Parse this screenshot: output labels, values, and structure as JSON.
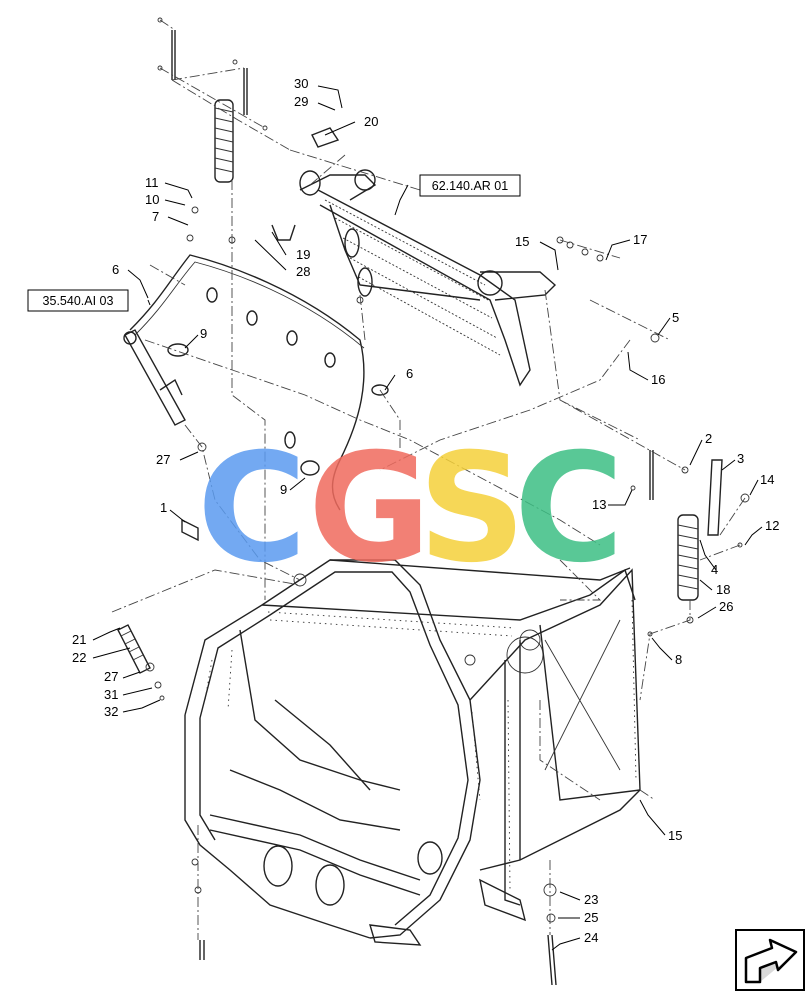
{
  "reference_boxes": [
    {
      "id": "ref-62140",
      "label": "62.140.AR 01"
    },
    {
      "id": "ref-35540",
      "label": "35.540.AI 03"
    }
  ],
  "callouts": [
    {
      "label": "30"
    },
    {
      "label": "29"
    },
    {
      "label": "20"
    },
    {
      "label": "11"
    },
    {
      "label": "10"
    },
    {
      "label": "7"
    },
    {
      "label": "19"
    },
    {
      "label": "28"
    },
    {
      "label": "15"
    },
    {
      "label": "17"
    },
    {
      "label": "6"
    },
    {
      "label": "9"
    },
    {
      "label": "5"
    },
    {
      "label": "16"
    },
    {
      "label": "6"
    },
    {
      "label": "2"
    },
    {
      "label": "3"
    },
    {
      "label": "27"
    },
    {
      "label": "9"
    },
    {
      "label": "14"
    },
    {
      "label": "1"
    },
    {
      "label": "13"
    },
    {
      "label": "12"
    },
    {
      "label": "4"
    },
    {
      "label": "18"
    },
    {
      "label": "26"
    },
    {
      "label": "21"
    },
    {
      "label": "22"
    },
    {
      "label": "27"
    },
    {
      "label": "31"
    },
    {
      "label": "32"
    },
    {
      "label": "8"
    },
    {
      "label": "15"
    },
    {
      "label": "23"
    },
    {
      "label": "25"
    },
    {
      "label": "24"
    }
  ],
  "watermark": {
    "text": "CGSC",
    "colors": [
      "#5b9bf0",
      "#f06b5e",
      "#f5d13a",
      "#3dbf84"
    ]
  },
  "nav_icon": "next-page-arrow-icon"
}
